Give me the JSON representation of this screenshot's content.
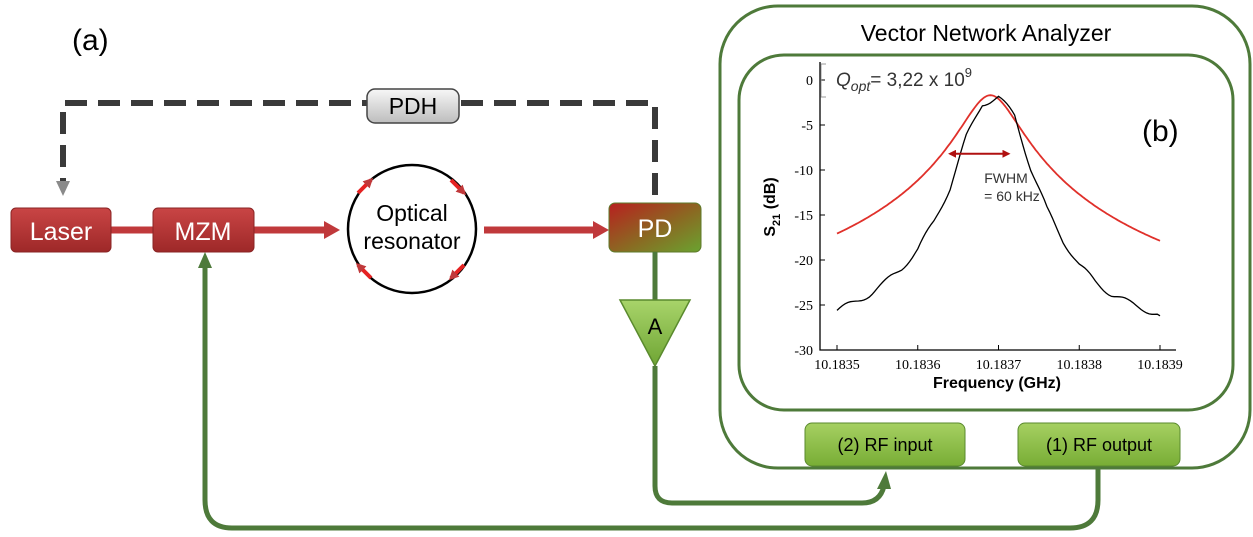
{
  "panel_labels": {
    "a": "(a)",
    "b": "(b)"
  },
  "components": {
    "laser": "Laser",
    "mzm": "MZM",
    "resonator_line1": "Optical",
    "resonator_line2": "resonator",
    "pd": "PD",
    "amplifier": "A",
    "pdh": "PDH"
  },
  "vna": {
    "title": "Vector Network Analyzer",
    "rf_input": "(2) RF input",
    "rf_output": "(1) RF output"
  },
  "colors": {
    "optical_red": "#c0393b",
    "rf_green": "#4e7a3a",
    "button_green": "#8cbf45",
    "feedback_dash": "#3a3a3a",
    "trace_black": "#000000",
    "fit_red": "#e0302a"
  },
  "chart_data": {
    "type": "line",
    "xlabel": "Frequency (GHz)",
    "ylabel_main": "S",
    "ylabel_sub": "21",
    "ylabel_unit": " (dB)",
    "xlim": [
      10.1835,
      10.1839
    ],
    "ylim": [
      -30,
      2
    ],
    "x_ticks": [
      10.1835,
      10.1836,
      10.1837,
      10.1838,
      10.1839
    ],
    "x_tick_labels": [
      "10.1835",
      "10.1836",
      "10.1837",
      "10.1838",
      "10.1839"
    ],
    "y_ticks": [
      0,
      -5,
      -10,
      -15,
      -20,
      -25,
      -30
    ],
    "y_tick_labels": [
      "0",
      "-5",
      "-10",
      "-15",
      "-20",
      "-25",
      "-30"
    ],
    "q_label": {
      "Q": "Q",
      "sub": "opt",
      "text": "= 3,22 x 10",
      "sup": "9"
    },
    "fwhm_line1": "FWHM",
    "fwhm_line2": "= 60 kHz",
    "fwhm_span": [
      10.18364,
      10.1837
    ],
    "fwhm_level": -8.2,
    "series": [
      {
        "style": "measured",
        "x": [
          10.1835,
          10.18352,
          10.18354,
          10.18356,
          10.18358,
          10.1836,
          10.18362,
          10.18364,
          10.18366,
          10.18368,
          10.1837,
          10.18372,
          10.18374,
          10.18376,
          10.18378,
          10.1838,
          10.18382,
          10.18384,
          10.18386,
          10.18388,
          10.1839
        ],
        "y": [
          -25.6,
          -24.8,
          -23.8,
          -22.5,
          -20.9,
          -18.8,
          -15.8,
          -11.9,
          -6.4,
          -2.6,
          -1.9,
          -4.0,
          -9.8,
          -14.4,
          -17.8,
          -20.6,
          -22.4,
          -23.8,
          -24.7,
          -25.4,
          -26.2
        ]
      },
      {
        "style": "fit",
        "peak_x": 10.18369,
        "peak_y": -1.7,
        "floor_y": -30,
        "hwhm": 3.2e-05
      }
    ]
  }
}
